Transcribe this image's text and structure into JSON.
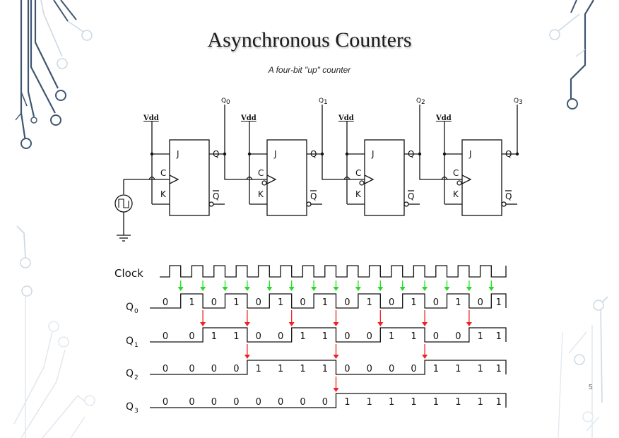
{
  "slide": {
    "title": "Asynchronous Counters",
    "subtitle": "A four-bit \"up\" counter",
    "page_number": "5"
  },
  "circuit": {
    "flipflops": [
      {
        "pin_j": "J",
        "pin_c": "C",
        "pin_k": "K",
        "out_q": "Q",
        "out_qbar": "Q",
        "supply": "Vdd",
        "output_label": "Q",
        "output_sub": "0"
      },
      {
        "pin_j": "J",
        "pin_c": "C",
        "pin_k": "K",
        "out_q": "Q",
        "out_qbar": "Q",
        "supply": "Vdd",
        "output_label": "Q",
        "output_sub": "1"
      },
      {
        "pin_j": "J",
        "pin_c": "C",
        "pin_k": "K",
        "out_q": "Q",
        "out_qbar": "Q",
        "supply": "Vdd",
        "output_label": "Q",
        "output_sub": "2"
      },
      {
        "pin_j": "J",
        "pin_c": "C",
        "pin_k": "K",
        "out_q": "Q",
        "out_qbar": "Q",
        "supply": "Vdd",
        "output_label": "Q",
        "output_sub": "3"
      }
    ]
  },
  "chart_data": {
    "type": "timing",
    "clock": {
      "name": "Clock",
      "pulses": 15
    },
    "series": [
      {
        "name": "Q",
        "sub": "0",
        "values": [
          "0",
          "1",
          "0",
          "1",
          "0",
          "1",
          "0",
          "1",
          "0",
          "1",
          "0",
          "1",
          "0",
          "1",
          "0",
          "1"
        ]
      },
      {
        "name": "Q",
        "sub": "1",
        "values": [
          "0",
          "0",
          "1",
          "1",
          "0",
          "0",
          "1",
          "1",
          "0",
          "0",
          "1",
          "1",
          "0",
          "0",
          "1",
          "1"
        ]
      },
      {
        "name": "Q",
        "sub": "2",
        "values": [
          "0",
          "0",
          "0",
          "0",
          "1",
          "1",
          "1",
          "1",
          "0",
          "0",
          "0",
          "0",
          "1",
          "1",
          "1",
          "1"
        ]
      },
      {
        "name": "Q",
        "sub": "3",
        "values": [
          "0",
          "0",
          "0",
          "0",
          "0",
          "0",
          "0",
          "0",
          "1",
          "1",
          "1",
          "1",
          "1",
          "1",
          "1",
          "1"
        ]
      }
    ],
    "trigger_arrows": {
      "clock_color": "#22dd22",
      "ripple_color": "#ee2222"
    }
  },
  "colors": {
    "deco_dark": "#3f5670",
    "deco_light": "#cfd9e3",
    "deco_light2": "#e3e9ef",
    "wire": "#111111"
  }
}
